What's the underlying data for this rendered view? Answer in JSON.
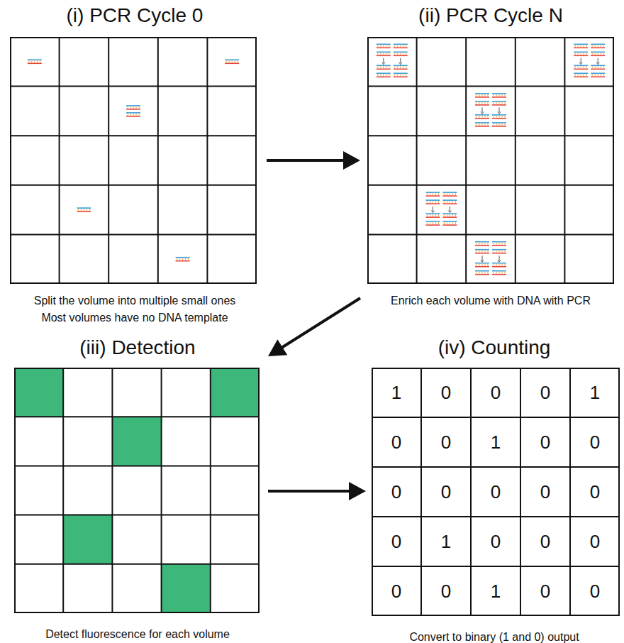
{
  "diagram": {
    "nodes": [
      {
        "text": [
          "(i) PCR Cycle 0",
          "Split the volume into multiple small ones",
          "Most volumes have no DNA template"
        ]
      },
      {
        "text": [
          "(ii) PCR Cycle N",
          "Enrich each volume with DNA with PCR"
        ]
      },
      {
        "text": [
          "(iii) Detection",
          "Detect fluorescence for each volume"
        ]
      },
      {
        "text": [
          "(iv) Counting",
          "Convert to binary (1 and 0) output"
        ]
      }
    ],
    "edges": [
      {
        "from": 0,
        "to": 1,
        "arrow": "to"
      },
      {
        "from": 1,
        "to": 2,
        "arrow": "to"
      },
      {
        "from": 2,
        "to": 3,
        "arrow": "to"
      }
    ],
    "labels": [
      "1",
      "0",
      "0",
      "0",
      "1",
      "0",
      "0",
      "1",
      "0",
      "0",
      "0",
      "0",
      "0",
      "0",
      "0",
      "0",
      "1",
      "0",
      "0",
      "0",
      "0",
      "0",
      "1",
      "0",
      "0"
    ]
  }
}
